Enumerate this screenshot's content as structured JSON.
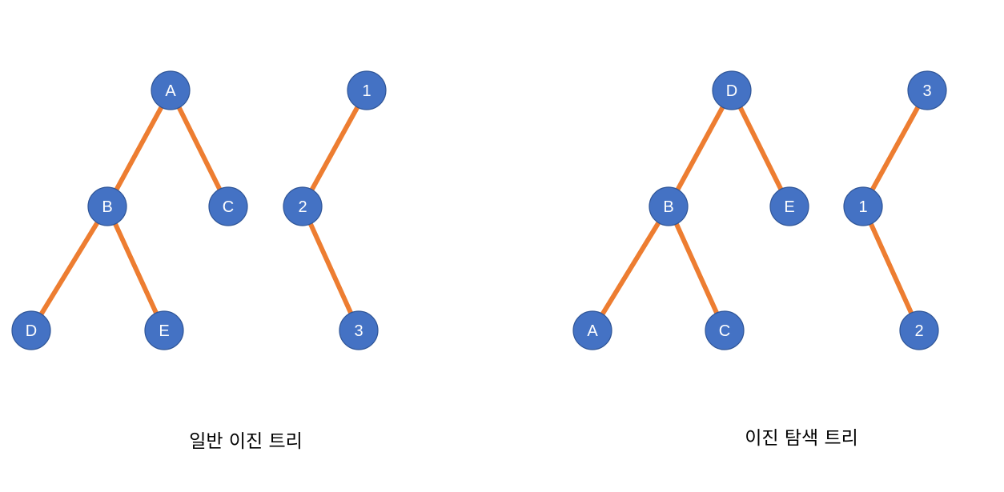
{
  "node_color": "#4472C4",
  "edge_color": "#ED7D31",
  "label_color": "#FFFFFF",
  "diagrams": [
    {
      "caption": "일반 이진 트리",
      "trees": [
        {
          "nodes": [
            {
              "id": "A",
              "label": "A"
            },
            {
              "id": "B",
              "label": "B"
            },
            {
              "id": "C",
              "label": "C"
            },
            {
              "id": "D",
              "label": "D"
            },
            {
              "id": "E",
              "label": "E"
            }
          ],
          "edges": [
            [
              "A",
              "B"
            ],
            [
              "A",
              "C"
            ],
            [
              "B",
              "D"
            ],
            [
              "B",
              "E"
            ]
          ]
        },
        {
          "nodes": [
            {
              "id": "1",
              "label": "1"
            },
            {
              "id": "2",
              "label": "2"
            },
            {
              "id": "3",
              "label": "3"
            }
          ],
          "edges": [
            [
              "1",
              "2"
            ],
            [
              "2",
              "3"
            ]
          ]
        }
      ]
    },
    {
      "caption": "이진 탐색 트리",
      "trees": [
        {
          "nodes": [
            {
              "id": "D",
              "label": "D"
            },
            {
              "id": "B",
              "label": "B"
            },
            {
              "id": "E",
              "label": "E"
            },
            {
              "id": "A",
              "label": "A"
            },
            {
              "id": "C",
              "label": "C"
            }
          ],
          "edges": [
            [
              "D",
              "B"
            ],
            [
              "D",
              "E"
            ],
            [
              "B",
              "A"
            ],
            [
              "B",
              "C"
            ]
          ]
        },
        {
          "nodes": [
            {
              "id": "3",
              "label": "3"
            },
            {
              "id": "1",
              "label": "1"
            },
            {
              "id": "2",
              "label": "2"
            }
          ],
          "edges": [
            [
              "3",
              "1"
            ],
            [
              "1",
              "2"
            ]
          ]
        }
      ]
    }
  ]
}
